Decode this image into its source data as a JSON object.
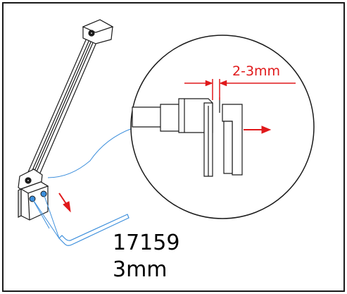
{
  "diagram": {
    "dimension_label": "2-3mm",
    "part_number": "17159",
    "key_size": "3mm",
    "colors": {
      "outline": "#1a1a1a",
      "dimension": "#e0191b",
      "arrow": "#e0191b",
      "leader": "#3d8fdc",
      "hex_key": "#3d8fdc",
      "background": "#ffffff"
    },
    "icons": [
      "hex-key-icon",
      "screw-icon",
      "arrow-icon"
    ]
  }
}
